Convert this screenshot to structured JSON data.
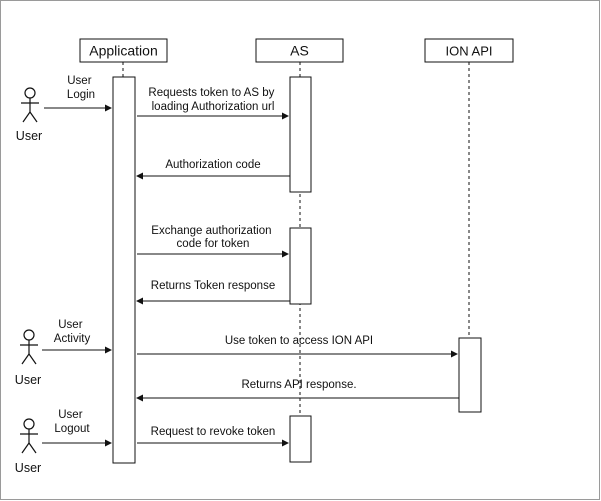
{
  "participants": [
    {
      "id": "app",
      "label": "Application"
    },
    {
      "id": "as",
      "label": "AS"
    },
    {
      "id": "ion",
      "label": "ION API"
    }
  ],
  "actors": [
    {
      "label": "User",
      "note_lines": [
        "User",
        "Login"
      ]
    },
    {
      "label": "User",
      "note_lines": [
        "User",
        "Activity"
      ]
    },
    {
      "label": "User",
      "note_lines": [
        "User",
        "Logout"
      ]
    }
  ],
  "messages": [
    {
      "from": "app",
      "to": "as",
      "lines": [
        "Requests token to AS by",
        "loading Authorization url"
      ]
    },
    {
      "from": "as",
      "to": "app",
      "lines": [
        "Authorization code"
      ]
    },
    {
      "from": "app",
      "to": "as",
      "lines": [
        "Exchange authorization",
        "code for token"
      ]
    },
    {
      "from": "as",
      "to": "app",
      "lines": [
        "Returns Token response"
      ]
    },
    {
      "from": "app",
      "to": "ion",
      "lines": [
        "Use token to access ION API"
      ]
    },
    {
      "from": "ion",
      "to": "app",
      "lines": [
        "Returns API response."
      ]
    },
    {
      "from": "app",
      "to": "as",
      "lines": [
        "Request to revoke token"
      ]
    }
  ],
  "colors": {
    "line": "#111111",
    "box_fill": "#ffffff",
    "frame": "#9a9a9a"
  }
}
